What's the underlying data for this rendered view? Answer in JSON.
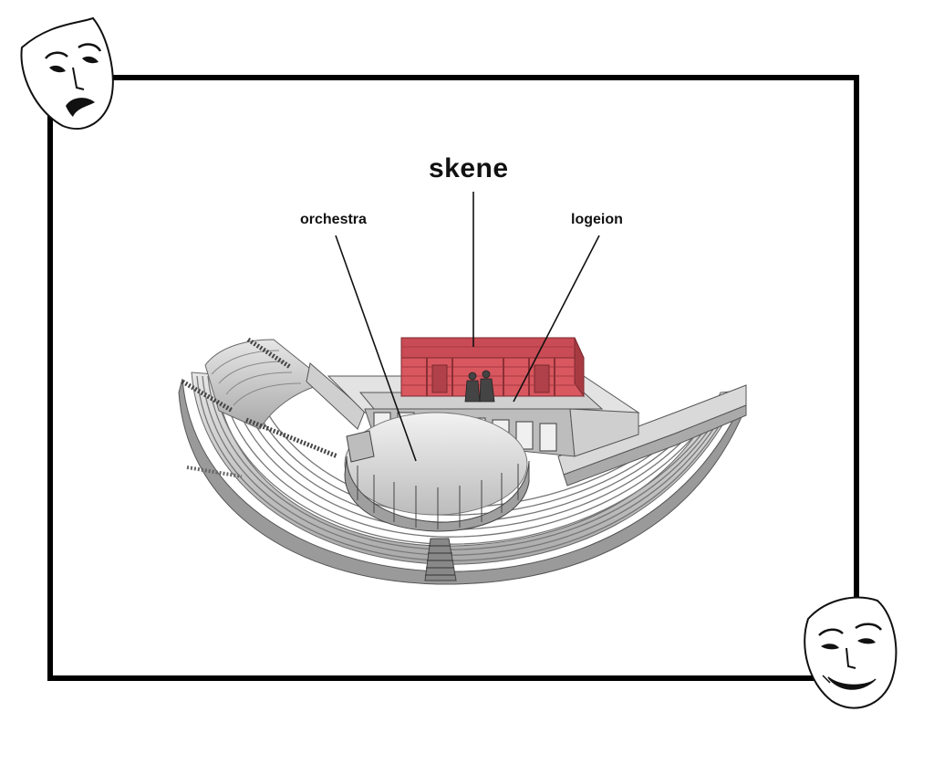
{
  "labels": {
    "skene": "skene",
    "orchestra": "orchestra",
    "logeion": "logeion"
  },
  "icons": {
    "top_left": "tragedy-mask-icon",
    "bottom_right": "comedy-mask-icon"
  },
  "colors": {
    "frame": "#000000",
    "skene": "#d9575f",
    "skene_dark": "#a83a42",
    "stone": "#d6d6d6",
    "stone_dark": "#8a8a8a"
  }
}
